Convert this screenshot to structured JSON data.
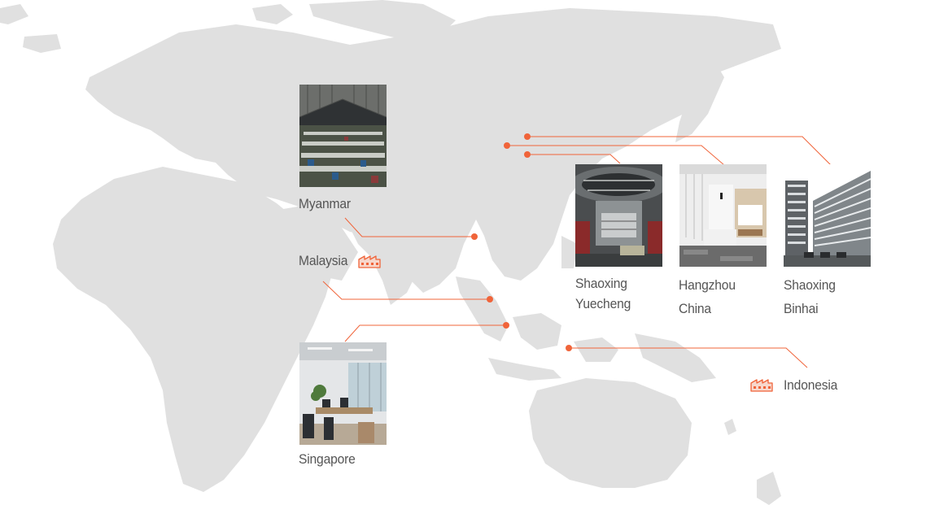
{
  "colors": {
    "land": "#e0e0e0",
    "accent": "#f0643a",
    "label": "#555555"
  },
  "icons": {
    "factory": "factory-icon"
  },
  "locations": [
    {
      "id": "myanmar",
      "label": "Myanmar",
      "has_photo": true,
      "has_factory_icon": false
    },
    {
      "id": "malaysia",
      "label": "Malaysia",
      "has_photo": false,
      "has_factory_icon": true
    },
    {
      "id": "singapore",
      "label": "Singapore",
      "has_photo": true,
      "has_factory_icon": false
    },
    {
      "id": "shaoxing-yuecheng",
      "label": "Shaoxing\nYuecheng",
      "has_photo": true,
      "has_factory_icon": false
    },
    {
      "id": "hangzhou-china",
      "label": "Hangzhou\nChina",
      "has_photo": true,
      "has_factory_icon": false
    },
    {
      "id": "shaoxing-binhai",
      "label": "Shaoxing\nBinhai",
      "has_photo": true,
      "has_factory_icon": false
    },
    {
      "id": "indonesia",
      "label": "Indonesia",
      "has_photo": false,
      "has_factory_icon": true
    }
  ]
}
